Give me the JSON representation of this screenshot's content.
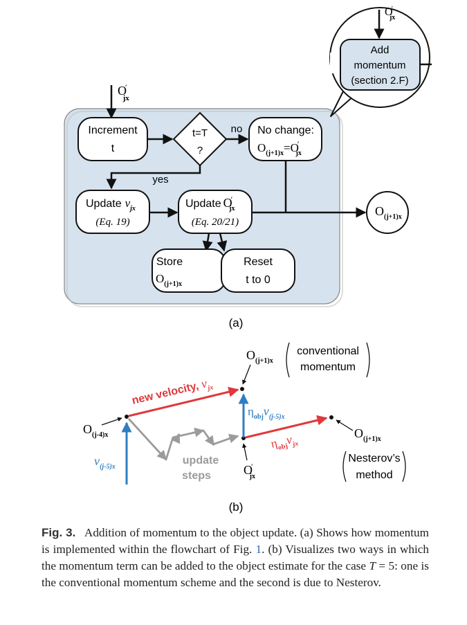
{
  "panel_a": {
    "label": "(a)",
    "inputs": {
      "top": {
        "base": "O",
        "prime": "′",
        "sub": "jx"
      },
      "left": {
        "base": "O",
        "prime": "′",
        "sub": "jx"
      }
    },
    "callout": {
      "line1": "Add",
      "line2": "momentum",
      "line3": "(section 2.F)"
    },
    "increment": {
      "line1": "Increment",
      "line2": "t"
    },
    "decision": {
      "line1": "t=T",
      "line2": "?"
    },
    "no_label": "no",
    "yes_label": "yes",
    "no_change": {
      "line1": "No change:",
      "lhs_base": "O",
      "lhs_sub": "(j+1)x",
      "eq": "=",
      "rhs_base": "O",
      "rhs_prime": "′",
      "rhs_sub": "jx"
    },
    "update_v": {
      "word": "Update",
      "var": "v",
      "sub": "jx",
      "eq": "(Eq. 19)"
    },
    "update_o": {
      "word": "Update",
      "base": "O",
      "prime": "′",
      "sub": "jx",
      "eq": "(Eq. 20/21)"
    },
    "store": {
      "line1": "Store",
      "base": "O",
      "sub": "(j+1)x"
    },
    "reset": {
      "line1": "Reset",
      "line2": "t to 0"
    },
    "output": {
      "base": "O",
      "sub": "(j+1)x"
    }
  },
  "panel_b": {
    "label": "(b)",
    "top_point": {
      "base": "O",
      "sub": "(j+1)x"
    },
    "conventional": {
      "line1": "conventional",
      "line2": "momentum"
    },
    "new_velocity": {
      "text": "new velocity, ",
      "var": "v",
      "sub": "jx"
    },
    "eta_blue": {
      "eta": "η",
      "eta_sub": "obj",
      "var": "v",
      "sub": "(j-5)x"
    },
    "eta_red": {
      "eta": "η",
      "eta_sub": "obj",
      "var": "v",
      "sub": "jx"
    },
    "left_point": {
      "base": "O",
      "sub": "(j-4)x"
    },
    "blue_var": {
      "var": "v",
      "sub": "(j-5)x"
    },
    "update_steps": {
      "line1": "update",
      "line2": "steps"
    },
    "bottom_point": {
      "base": "O",
      "prime": "′",
      "sub": "jx"
    },
    "right_point": {
      "base": "O",
      "sub": "(j+1)x"
    },
    "nesterov": {
      "line1": "Nesterov’s",
      "line2": "method"
    }
  },
  "colors": {
    "box_fill": "#d6e3ee",
    "red": "#e0383b",
    "blue": "#2f7ec1",
    "gray": "#9b9b9b",
    "link": "#2a6cb0"
  },
  "caption": {
    "label": "Fig. 3.",
    "part1": "Addition of momentum to the object update. (a) Shows how momentum is implemented within the flowchart of Fig. ",
    "link": "1",
    "part2": ". (b) Visualizes two ways in which the momentum term can be added to the object estimate for the case ",
    "var": "T",
    "part3": " = 5: one is the conventional momentum scheme and the second is due to Nesterov."
  }
}
